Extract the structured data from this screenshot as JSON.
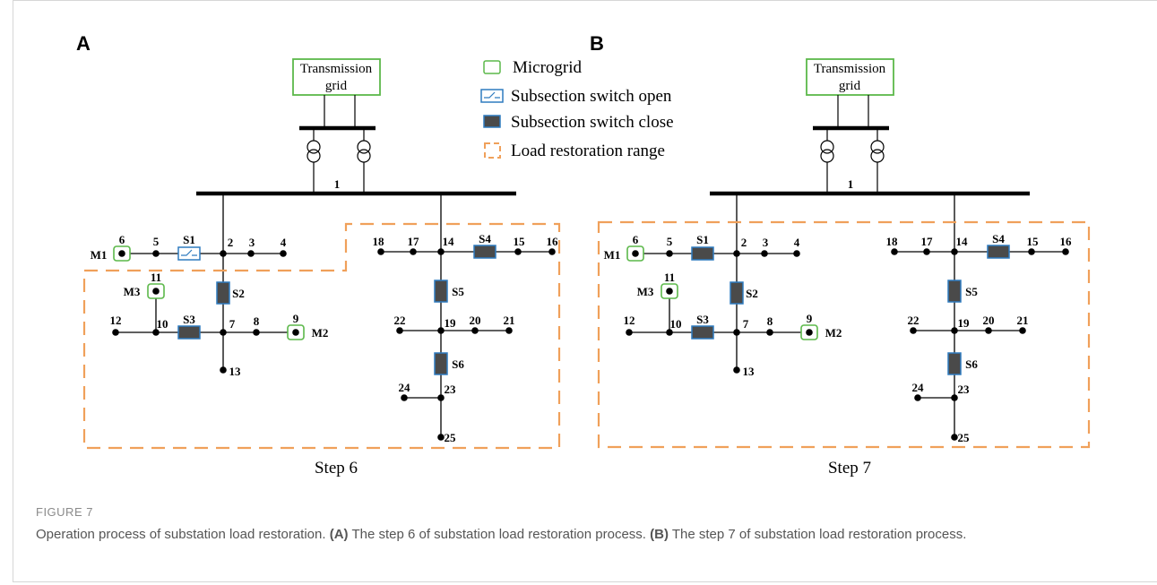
{
  "panels": [
    {
      "label": "A",
      "step": "Step 6",
      "transmission_lines": [
        "Transmission",
        "grid"
      ],
      "s1_state": "open"
    },
    {
      "label": "B",
      "step": "Step 7",
      "transmission_lines": [
        "Transmission",
        "grid"
      ],
      "s1_state": "close"
    }
  ],
  "legend": {
    "microgrid": "Microgrid",
    "switch_open": "Subsection switch open",
    "switch_close": "Subsection switch close",
    "restoration": "Load restoration range"
  },
  "colors": {
    "microgrid": "#5cb84a",
    "switch_open": "#2e7bbf",
    "switch_close_fill": "#4a4a4a",
    "switch_close_stroke": "#2e7bbf",
    "restoration": "#f0a05a"
  },
  "caption": {
    "label": "FIGURE 7",
    "title": "Operation process of substation load restoration.",
    "a_tag": "(A)",
    "a_text": "The step 6 of substation load restoration process.",
    "b_tag": "(B)",
    "b_text": "The step 7 of substation load restoration process."
  }
}
